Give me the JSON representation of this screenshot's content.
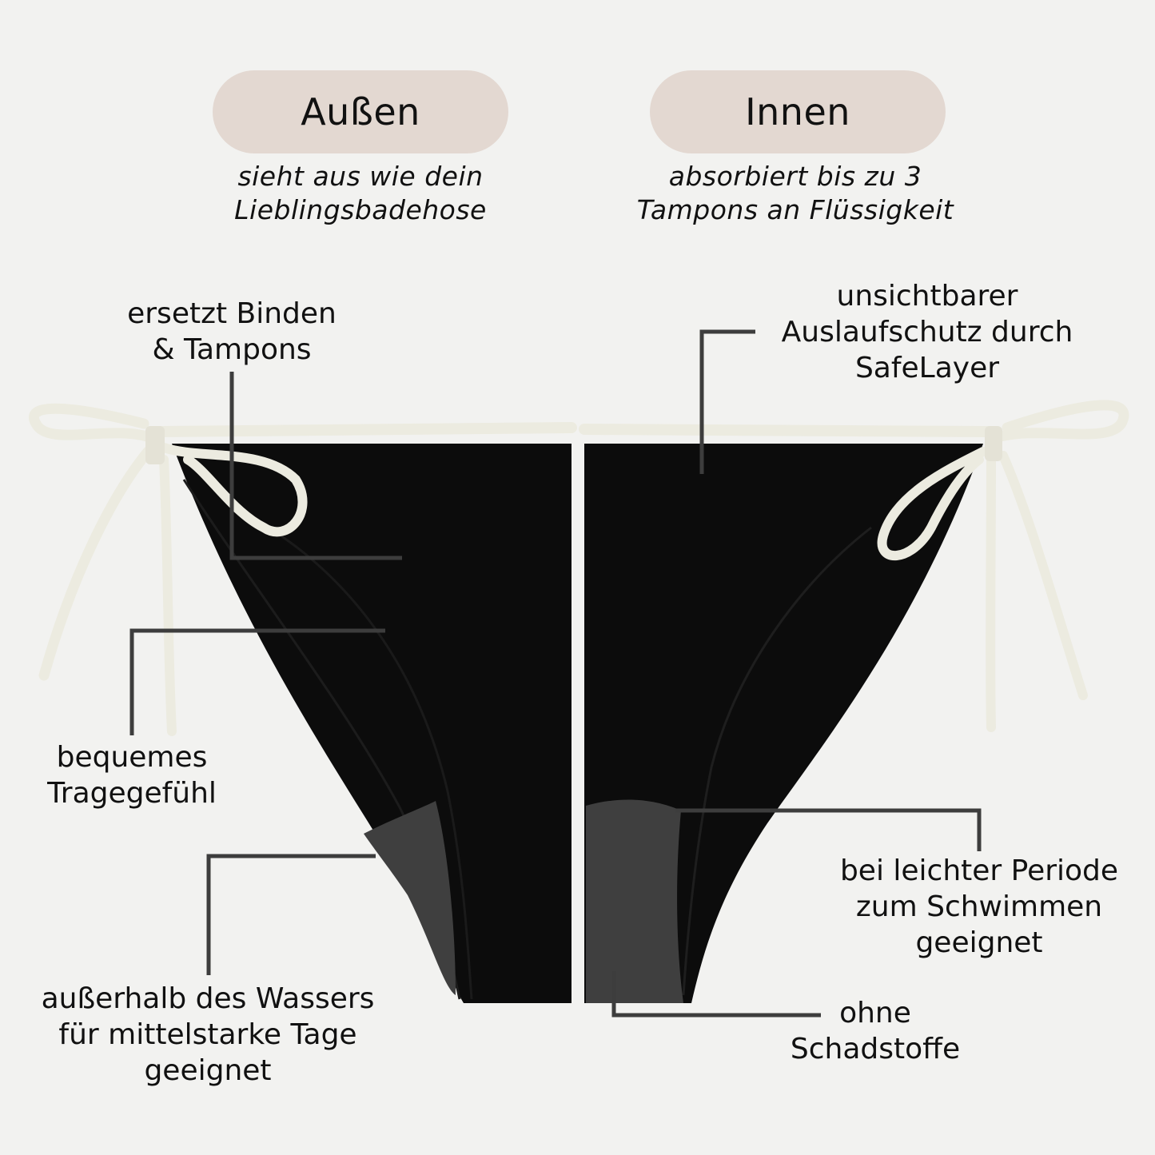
{
  "header": {
    "outside": {
      "title": "Außen",
      "subtitle_line1": "sieht aus wie dein",
      "subtitle_line2": "Lieblingsbadehose"
    },
    "inside": {
      "title": "Innen",
      "subtitle_line1": "absorbiert bis zu 3",
      "subtitle_line2": "Tampons an Flüssigkeit"
    }
  },
  "callouts": {
    "replaces": {
      "line1": "ersetzt Binden",
      "line2": "& Tampons"
    },
    "comfort": {
      "line1": "bequemes",
      "line2": "Tragegefühl"
    },
    "outside_water": {
      "line1": "außerhalb des Wassers",
      "line2": "für mittelstarke Tage",
      "line3": "geeignet"
    },
    "leak_protection": {
      "line1": "unsichtbarer",
      "line2": "Auslaufschutz durch",
      "line3": "SafeLayer"
    },
    "swimming": {
      "line1": "bei leichter Periode",
      "line2": "zum Schwimmen",
      "line3": "geeignet"
    },
    "no_harmful": {
      "line1": "ohne",
      "line2": "Schadstoffe"
    }
  },
  "colors": {
    "background": "#f2f2f0",
    "pill": "#e3d8d1",
    "fabric": "#0c0c0c",
    "gusset": "#3f3f3f",
    "string": "#ecebe0",
    "leader_line": "#3d3d3d"
  }
}
